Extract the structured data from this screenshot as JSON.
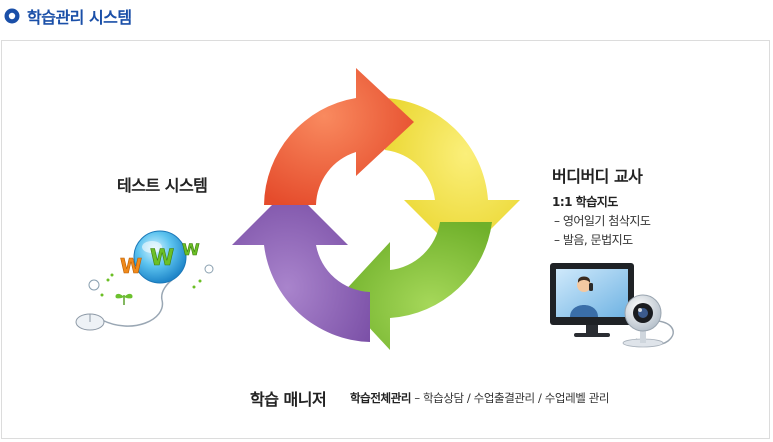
{
  "header": {
    "title": "학습관리 시스템",
    "bullet_color": "#1a4fa8"
  },
  "cycle": {
    "segments": [
      {
        "name": "red-arrow",
        "color": "#f0633e"
      },
      {
        "name": "yellow-arrow",
        "color": "#f2e04a"
      },
      {
        "name": "green-arrow",
        "color": "#86c23c"
      },
      {
        "name": "purple-arrow",
        "color": "#8c63b3"
      }
    ]
  },
  "test_system": {
    "label": "테스트 시스템",
    "icon": "www-globe-mouse-icon",
    "logo_letters": [
      "W",
      "W",
      "W"
    ]
  },
  "teacher": {
    "label": "버디버디 교사",
    "subheading": "1:1 학습지도",
    "items": [
      "– 영어일기 첨삭지도",
      "– 발음, 문법지도"
    ],
    "icon": "monitor-webcam-icon"
  },
  "manager": {
    "label": "학습 매니저",
    "detail_bold": "학습전체관리",
    "detail_rest": " – 학습상담 / 수업출결관리 / 수업레벨 관리"
  }
}
